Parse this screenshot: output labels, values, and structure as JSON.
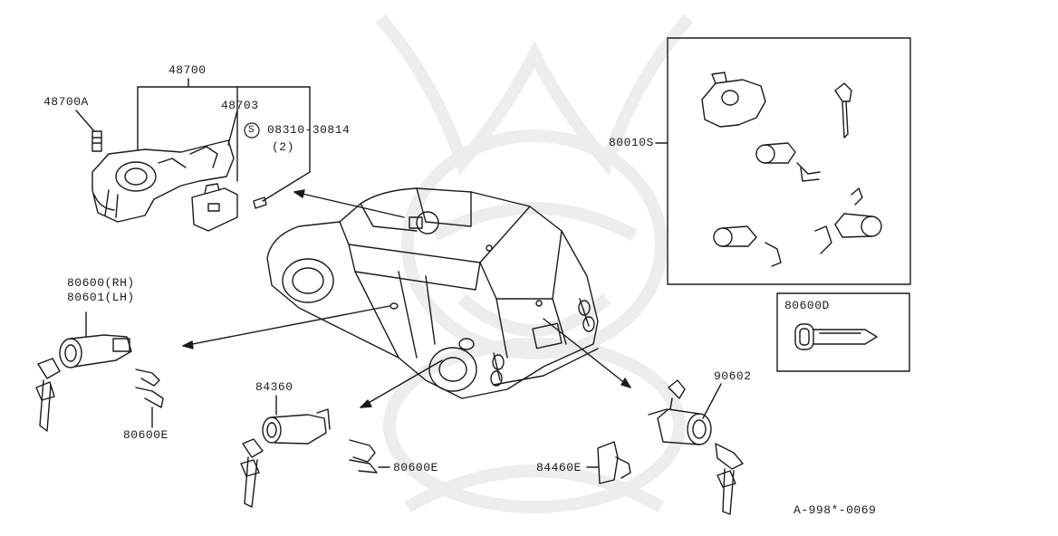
{
  "diagram": {
    "colors": {
      "ink": "#1a1a1a",
      "watermark": "#9a9a9a",
      "background": "#ffffff"
    },
    "labels": {
      "p48700": "48700",
      "p48700a": "48700A",
      "p48703": "48703",
      "screw_symbol": "S",
      "screw_part": "08310-30814",
      "screw_qty": "(2)",
      "kit": "80010S",
      "key_blank": "80600D",
      "p80600_rh": "80600(RH)",
      "p80601_lh": "80601(LH)",
      "p80600e_left": "80600E",
      "p84360": "84360",
      "p80600e_center": "80600E",
      "p84460e": "84460E",
      "p90602": "90602",
      "diagram_code": "A-998*-0069"
    }
  }
}
